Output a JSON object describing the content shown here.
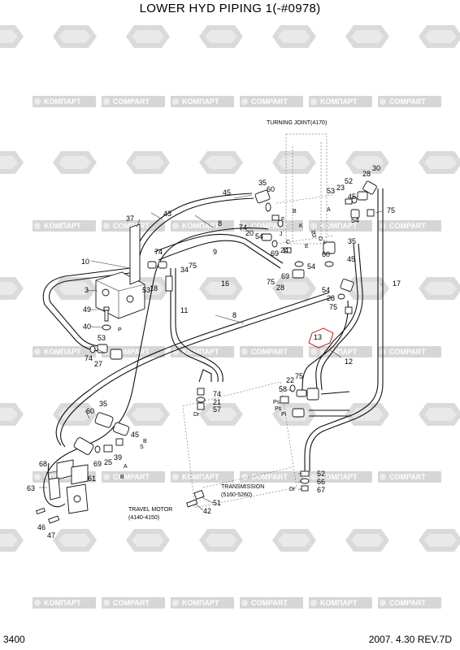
{
  "header": {
    "title": "LOWER HYD PIPING 1(-#0978)"
  },
  "footer": {
    "page_number": "3400",
    "date_revision": "2007. 4.30  REV.7D"
  },
  "watermark": {
    "text_a": "KOMПAPT",
    "text_b": "COMPART"
  },
  "callouts": {
    "turning_joint": "TURNING JOINT(4170)",
    "transmission_line1": "TRANSMISSION",
    "transmission_line2": "(5160-5260)",
    "travel_motor_line1": "TRAVEL MOTOR",
    "travel_motor_line2": "(4140-4150)"
  },
  "part_numbers": [
    {
      "id": "p35a",
      "text": "35"
    },
    {
      "id": "p60a",
      "text": "60"
    },
    {
      "id": "p45a",
      "text": "45"
    },
    {
      "id": "p43",
      "text": "43"
    },
    {
      "id": "p37",
      "text": "37"
    },
    {
      "id": "p8a",
      "text": "8"
    },
    {
      "id": "p74a",
      "text": "74"
    },
    {
      "id": "p20",
      "text": "20"
    },
    {
      "id": "p54a",
      "text": "54"
    },
    {
      "id": "p69a",
      "text": "69"
    },
    {
      "id": "p24",
      "text": "24"
    },
    {
      "id": "p9",
      "text": "9"
    },
    {
      "id": "p10",
      "text": "10"
    },
    {
      "id": "p74b",
      "text": "74"
    },
    {
      "id": "p34",
      "text": "34"
    },
    {
      "id": "p75a",
      "text": "75"
    },
    {
      "id": "p69b",
      "text": "69"
    },
    {
      "id": "p75b",
      "text": "75"
    },
    {
      "id": "p28a",
      "text": "28"
    },
    {
      "id": "p54b",
      "text": "54"
    },
    {
      "id": "p3",
      "text": "3"
    },
    {
      "id": "p53a",
      "text": "53"
    },
    {
      "id": "p18",
      "text": "18"
    },
    {
      "id": "p16",
      "text": "16"
    },
    {
      "id": "p49",
      "text": "49"
    },
    {
      "id": "p11",
      "text": "11"
    },
    {
      "id": "p8b",
      "text": "8"
    },
    {
      "id": "p40",
      "text": "40"
    },
    {
      "id": "p53b",
      "text": "53"
    },
    {
      "id": "p74c",
      "text": "74"
    },
    {
      "id": "p27",
      "text": "27"
    },
    {
      "id": "p30",
      "text": "30"
    },
    {
      "id": "p28b",
      "text": "28"
    },
    {
      "id": "p52a",
      "text": "52"
    },
    {
      "id": "p53c",
      "text": "53"
    },
    {
      "id": "p23",
      "text": "23"
    },
    {
      "id": "p45b",
      "text": "45"
    },
    {
      "id": "p75c",
      "text": "75"
    },
    {
      "id": "p54c",
      "text": "54"
    },
    {
      "id": "p35b",
      "text": "35"
    },
    {
      "id": "p60b",
      "text": "60"
    },
    {
      "id": "p45c",
      "text": "45"
    },
    {
      "id": "p17",
      "text": "17"
    },
    {
      "id": "p54d",
      "text": "54"
    },
    {
      "id": "p28c",
      "text": "28"
    },
    {
      "id": "p75d",
      "text": "75"
    },
    {
      "id": "p13",
      "text": "13"
    },
    {
      "id": "p12",
      "text": "12"
    },
    {
      "id": "p58",
      "text": "58"
    },
    {
      "id": "p22",
      "text": "22"
    },
    {
      "id": "p75e",
      "text": "75"
    },
    {
      "id": "p74d",
      "text": "74"
    },
    {
      "id": "p21",
      "text": "21"
    },
    {
      "id": "p57",
      "text": "57"
    },
    {
      "id": "p35c",
      "text": "35"
    },
    {
      "id": "p60c",
      "text": "60"
    },
    {
      "id": "p45d",
      "text": "45"
    },
    {
      "id": "p69c",
      "text": "69"
    },
    {
      "id": "p25",
      "text": "25"
    },
    {
      "id": "p39",
      "text": "39"
    },
    {
      "id": "p68",
      "text": "68"
    },
    {
      "id": "p61",
      "text": "61"
    },
    {
      "id": "p63",
      "text": "63"
    },
    {
      "id": "p46",
      "text": "46"
    },
    {
      "id": "p47",
      "text": "47"
    },
    {
      "id": "p52b",
      "text": "52"
    },
    {
      "id": "p66",
      "text": "66"
    },
    {
      "id": "p67",
      "text": "67"
    },
    {
      "id": "p51",
      "text": "51"
    },
    {
      "id": "p42",
      "text": "42"
    }
  ],
  "port_labels": [
    {
      "id": "lA1",
      "text": "A"
    },
    {
      "id": "lB1",
      "text": "B"
    },
    {
      "id": "lF",
      "text": "F"
    },
    {
      "id": "lK",
      "text": "K"
    },
    {
      "id": "lH",
      "text": "H"
    },
    {
      "id": "lD",
      "text": "D"
    },
    {
      "id": "lC",
      "text": "C"
    },
    {
      "id": "lE",
      "text": "E"
    },
    {
      "id": "lG",
      "text": "G"
    },
    {
      "id": "lJ",
      "text": "J"
    },
    {
      "id": "lL",
      "text": "L"
    },
    {
      "id": "lP",
      "text": "P"
    },
    {
      "id": "lPs",
      "text": "Ps"
    },
    {
      "id": "lDr1",
      "text": "Dr"
    },
    {
      "id": "lDr2",
      "text": "Dr"
    },
    {
      "id": "lB2",
      "text": "B"
    },
    {
      "id": "lA2",
      "text": "A"
    },
    {
      "id": "lA3",
      "text": "A"
    },
    {
      "id": "lB3",
      "text": "B"
    },
    {
      "id": "lS",
      "text": "S"
    },
    {
      "id": "lPs2",
      "text": "Ps"
    },
    {
      "id": "lPi",
      "text": "Pi"
    }
  ]
}
